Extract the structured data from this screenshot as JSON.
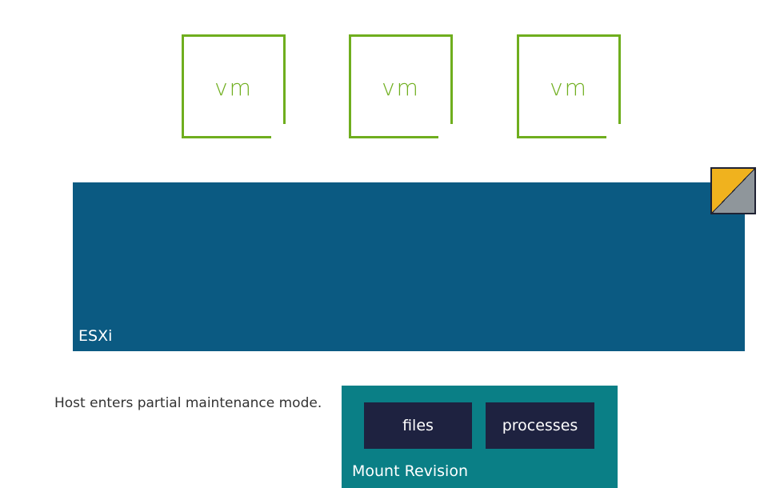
{
  "vms": [
    {
      "label": "vm"
    },
    {
      "label": "vm"
    },
    {
      "label": "vm"
    }
  ],
  "host": {
    "label": "ESXi",
    "color": "#0b5a82"
  },
  "mount_revision": {
    "label": "Mount Revision",
    "color": "#0a7f86",
    "items": [
      "files",
      "processes"
    ]
  },
  "maintenance_indicator": {
    "state": "partial",
    "colors": [
      "#f0b21e",
      "#8f969b"
    ]
  },
  "caption": "Host enters partial maintenance mode.",
  "colors": {
    "vm_outline": "#6fae1e",
    "chip": "#1e2240"
  }
}
